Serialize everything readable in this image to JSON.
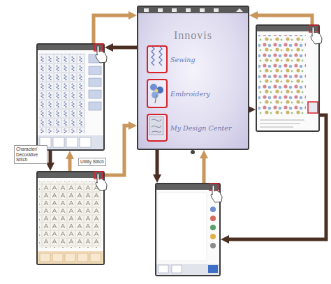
{
  "diagram": {
    "nodes": [
      {
        "text": [
          "Innovis"
        ]
      },
      {
        "text": [
          "Sewing"
        ],
        "in": 0
      },
      {
        "text": [
          "Embroidery"
        ],
        "in": 0
      },
      {
        "text": [
          "My Design Center"
        ],
        "in": 0
      },
      {
        "text": []
      },
      {
        "text": []
      },
      {
        "text": []
      },
      {
        "text": []
      }
    ],
    "edges": [
      {
        "from": 1,
        "to": 4,
        "arrow": "to"
      },
      {
        "from": 2,
        "to": 5,
        "arrow": "to"
      },
      {
        "from": 3,
        "to": 7,
        "arrow": "to"
      },
      {
        "from": 5,
        "to": 7,
        "arrow": "to"
      },
      {
        "from": 4,
        "to": 6,
        "label": "Character/ Decorative Stitch",
        "arrow": "to"
      },
      {
        "from": 6,
        "to": 4,
        "label": "Utility Stitch",
        "arrow": "to"
      },
      {
        "from": 4,
        "to": 0,
        "arrow": "to"
      },
      {
        "from": 5,
        "to": 0,
        "arrow": "to"
      },
      {
        "from": 6,
        "to": 0,
        "arrow": "to"
      },
      {
        "from": 7,
        "to": 0,
        "arrow": "to"
      }
    ]
  }
}
